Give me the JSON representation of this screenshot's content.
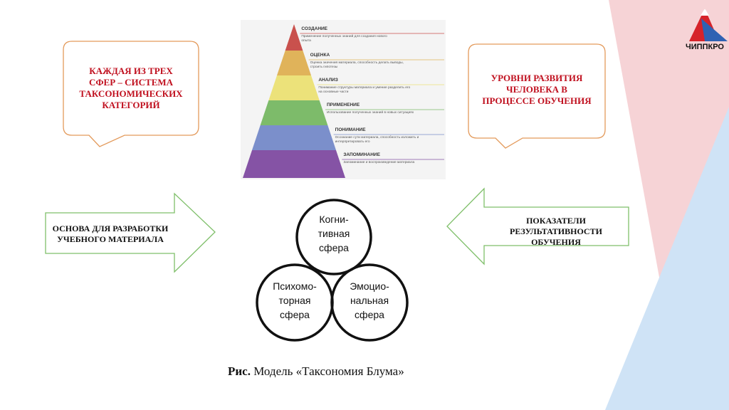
{
  "logo": {
    "text": "ЧИППКРО",
    "icon": "mountain-logo-icon"
  },
  "callouts": {
    "left": "КАЖДАЯ ИЗ ТРЕХ СФЕР – СИСТЕМА ТАКСОНОМИЧЕСКИХ КАТЕГОРИЙ",
    "right": "УРОВНИ РАЗВИТИЯ ЧЕЛОВЕКА В ПРОЦЕССЕ ОБУЧЕНИЯ"
  },
  "arrows": {
    "left": "ОСНОВА ДЛЯ РАЗРАБОТКИ УЧЕБНОГО МАТЕРИАЛА",
    "right": "ПОКАЗАТЕЛИ РЕЗУЛЬТАТИВНОСТИ ОБУЧЕНИЯ"
  },
  "pyramid": {
    "levels": [
      {
        "title": "СОЗДАНИЕ",
        "desc": "Применение полученных знаний для создания нового опыта",
        "color": "#c9514d"
      },
      {
        "title": "ОЦЕНКА",
        "desc": "Оценка значения материала, способность делать выводы, строить гипотезы",
        "color": "#e0b35a"
      },
      {
        "title": "АНАЛИЗ",
        "desc": "Понимание структуры материала и умение разделить его на основные части",
        "color": "#ece27a"
      },
      {
        "title": "ПРИМЕНЕНИЕ",
        "desc": "Использование полученных знаний в новых ситуациях",
        "color": "#7dbb6a"
      },
      {
        "title": "ПОНИМАНИЕ",
        "desc": "Осознание сути материала, способность изложить и интерпретировать его",
        "color": "#7b8fcb"
      },
      {
        "title": "ЗАПОМИНАНИЕ",
        "desc": "Запоминание и воспроизведение материала",
        "color": "#8553a5"
      }
    ]
  },
  "spheres": {
    "cognitive": [
      "Когни-",
      "тивная",
      "сфера"
    ],
    "psychomotor": [
      "Психомо-",
      "торная",
      "сфера"
    ],
    "emotional": [
      "Эмоцио-",
      "нальная",
      "сфера"
    ]
  },
  "caption": {
    "prefix": "Рис.",
    "text": " Модель «Таксономия Блума»"
  }
}
